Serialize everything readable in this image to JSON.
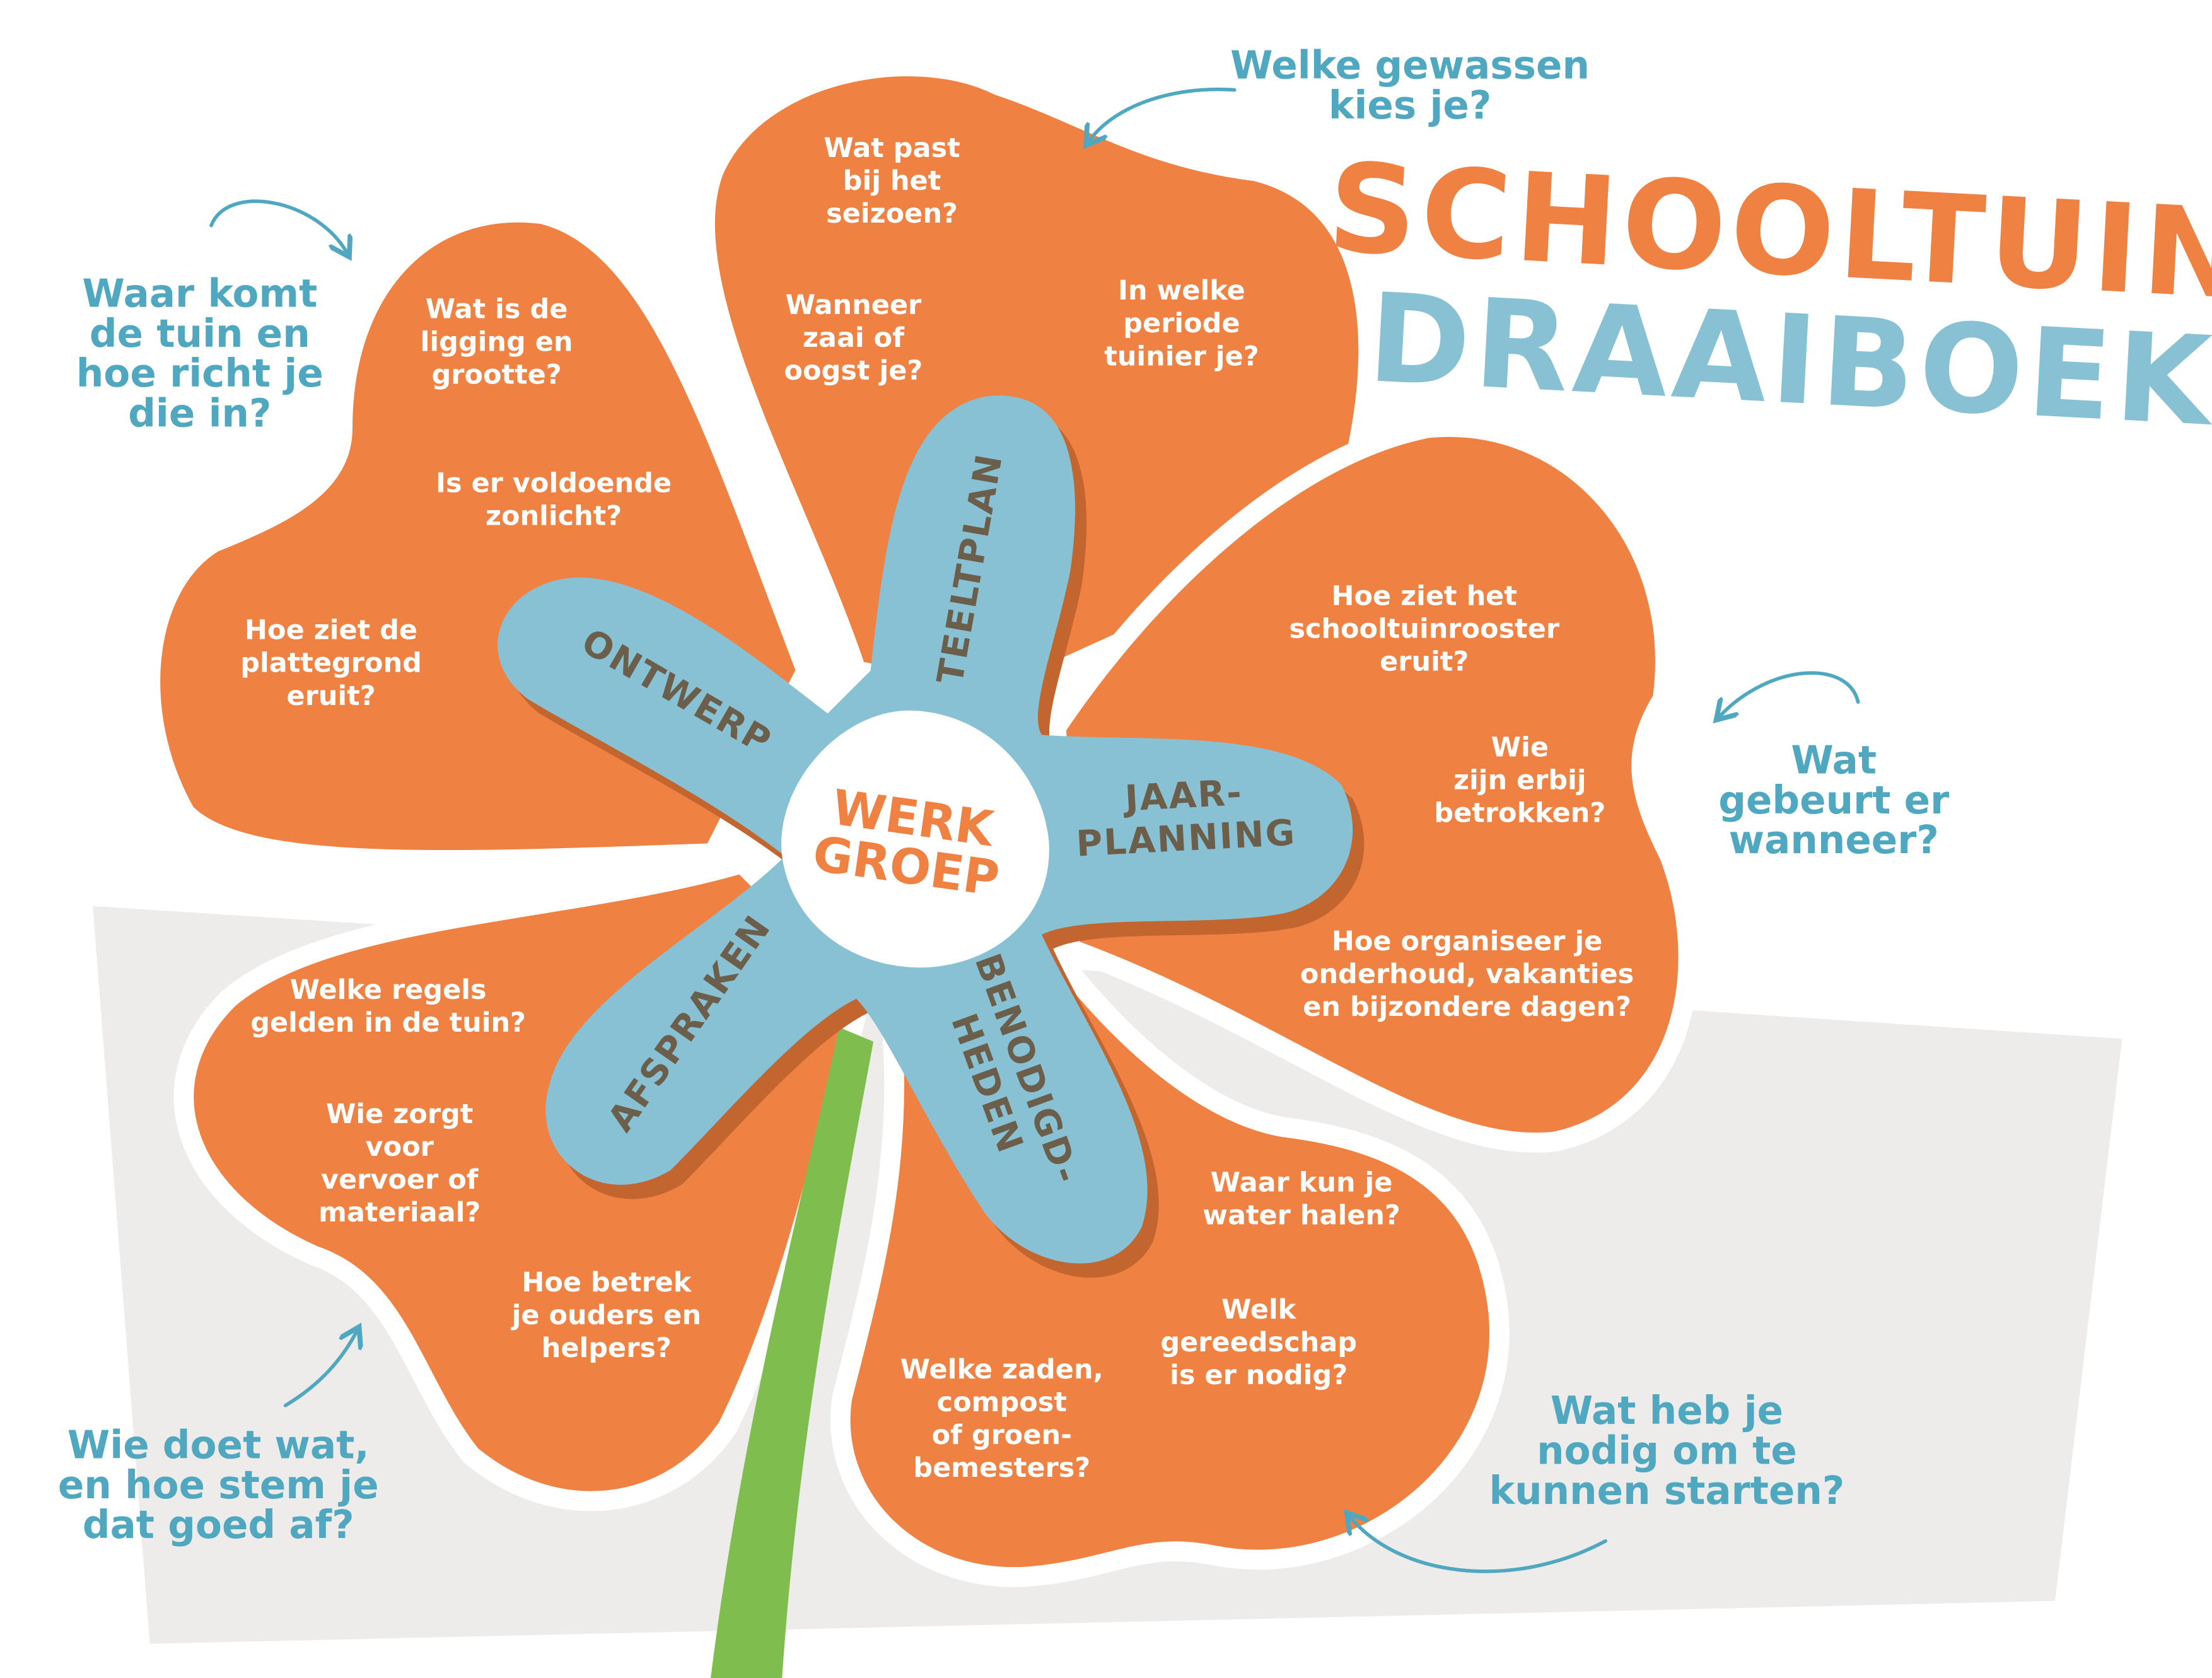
{
  "title": {
    "line1": "SCHOOLTUIN",
    "line2": "DRAAIBOEK"
  },
  "center": {
    "lines": [
      "WERK",
      "GROEP"
    ]
  },
  "colors": {
    "orange": "#EF8142",
    "orange_dark": "#C2652F",
    "blue": "#88C1D4",
    "teal_text": "#4FA8BF",
    "label_text": "#6B5E4A",
    "stem": "#7FBD4E",
    "background_band": "#EDECEA"
  },
  "petals": [
    {
      "label": [
        "TEELTPLAN"
      ],
      "questions": [
        [
          "Wat past",
          "bij het",
          "seizoen?"
        ],
        [
          "Wanneer",
          "zaai of",
          "oogst je?"
        ],
        [
          "In welke",
          "periode",
          "tuinier je?"
        ]
      ],
      "annotation": [
        "Welke gewassen",
        "kies je?"
      ]
    },
    {
      "label": [
        "ONTWERP"
      ],
      "questions": [
        [
          "Wat is de",
          "ligging en",
          "grootte?"
        ],
        [
          "Is er voldoende",
          "zonlicht?"
        ],
        [
          "Hoe ziet de",
          "plattegrond",
          "eruit?"
        ]
      ],
      "annotation": [
        "Waar komt",
        "de tuin en",
        "hoe richt je",
        "die in?"
      ]
    },
    {
      "label": [
        "JAAR-",
        "PLANNING"
      ],
      "questions": [
        [
          "Hoe ziet het",
          "schooltuinrooster",
          "eruit?"
        ],
        [
          "Wie",
          "zijn erbij",
          "betrokken?"
        ],
        [
          "Hoe organiseer je",
          "onderhoud, vakanties",
          "en bijzondere dagen?"
        ]
      ],
      "annotation": [
        "Wat",
        "gebeurt er",
        "wanneer?"
      ]
    },
    {
      "label": [
        "AFSPRAKEN"
      ],
      "questions": [
        [
          "Welke regels",
          "gelden in de tuin?"
        ],
        [
          "Wie zorgt",
          "voor",
          "vervoer of",
          "materiaal?"
        ],
        [
          "Hoe betrek",
          "je ouders en",
          "helpers?"
        ]
      ],
      "annotation": [
        "Wie doet wat,",
        "en hoe stem je",
        "dat goed af?"
      ]
    },
    {
      "label": [
        "BENODIGD-",
        "HEDEN"
      ],
      "questions": [
        [
          "Waar kun je",
          "water halen?"
        ],
        [
          "Welk",
          "gereedschap",
          "is er nodig?"
        ],
        [
          "Welke zaden,",
          "compost",
          "of groen-",
          "bemesters?"
        ]
      ],
      "annotation": [
        "Wat heb je",
        "nodig om te",
        "kunnen starten?"
      ]
    }
  ]
}
